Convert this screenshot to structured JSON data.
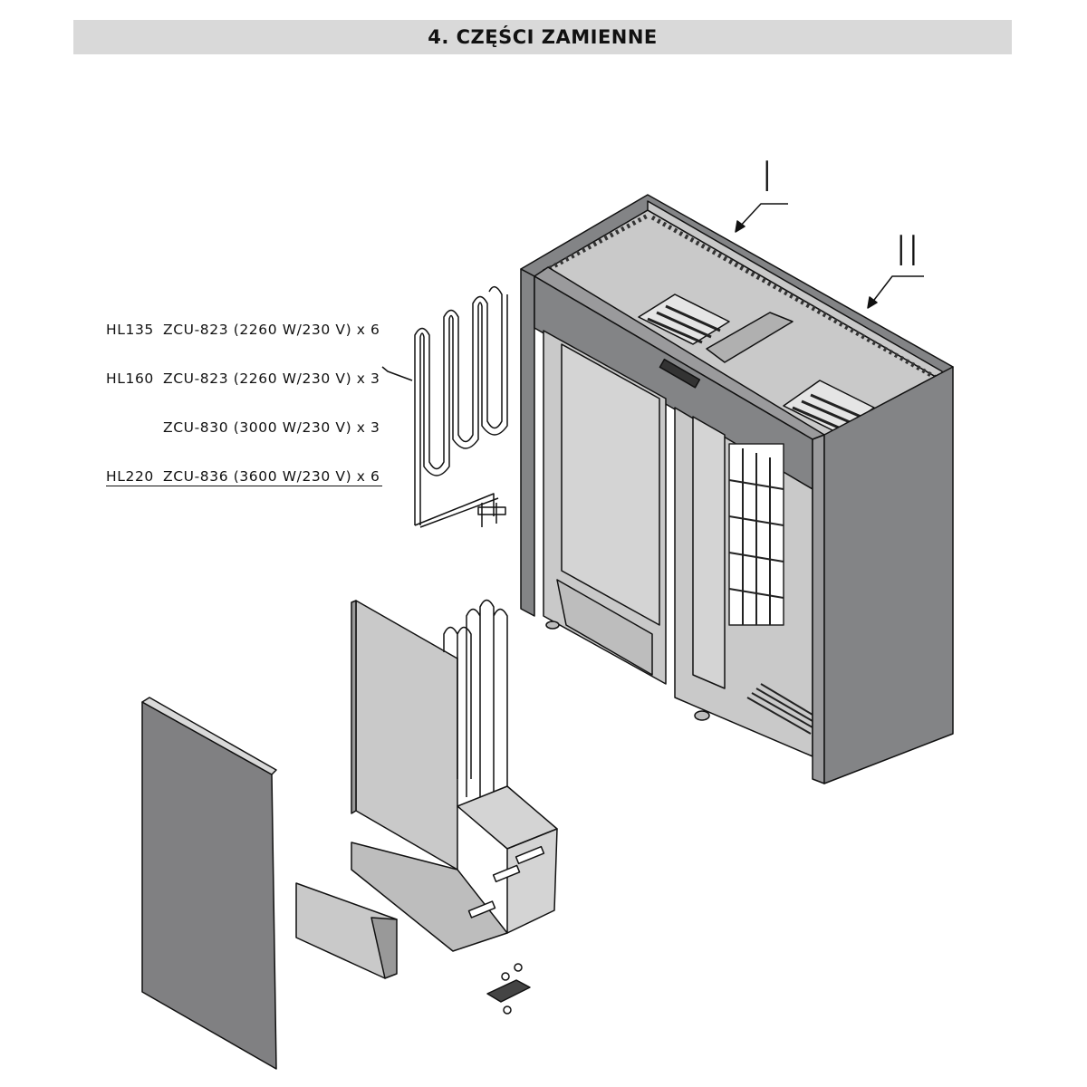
{
  "header": {
    "title": "4. CZĘŚCI ZAMIENNE"
  },
  "parts_list": [
    {
      "model": "HL135",
      "part": "ZCU-823 (2260 W/230 V) x 6"
    },
    {
      "model": "HL160",
      "part": "ZCU-823 (2260 W/230 V) x 3"
    },
    {
      "model": "",
      "part": "ZCU-830 (3000 W/230 V) x 3"
    },
    {
      "model": "HL220",
      "part": "ZCU-836 (3600 W/230 V) x 6"
    }
  ],
  "callouts": {
    "one": "I",
    "two": "II"
  },
  "colors": {
    "header_bg": "#d9d9d9",
    "panel_dark": "#838486",
    "panel_light": "#c9c9c9"
  }
}
